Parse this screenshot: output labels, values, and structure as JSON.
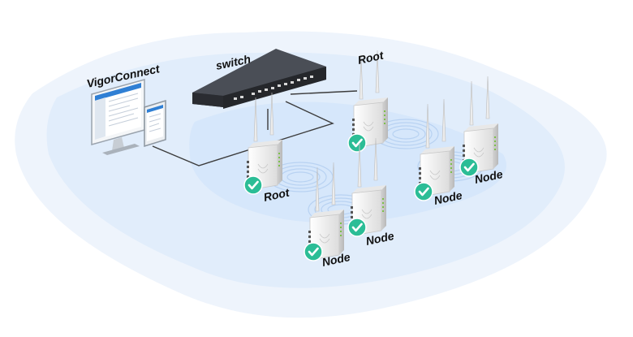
{
  "labels": {
    "vigorconnect": "VigorConnect",
    "switch": "switch",
    "ap_root_top": "Root",
    "ap_root_left": "Root",
    "ap_node_center": "Node",
    "ap_node_mid": "Node",
    "ap_node_right1": "Node",
    "ap_node_right2": "Node"
  },
  "colors": {
    "floor_outer": "#eef4fc",
    "floor_inner": "#ddebfb",
    "floor_zone": "#cfe3fa",
    "check": "#2bbd96",
    "switch_body": "#3a3d44",
    "cable": "#3c3c3c",
    "ap_body": "#f2f2f2"
  },
  "icons": [
    "desktop-monitor-icon",
    "tablet-icon",
    "network-switch-icon",
    "access-point-icon",
    "check-circle-icon",
    "mesh-wave-icon"
  ]
}
